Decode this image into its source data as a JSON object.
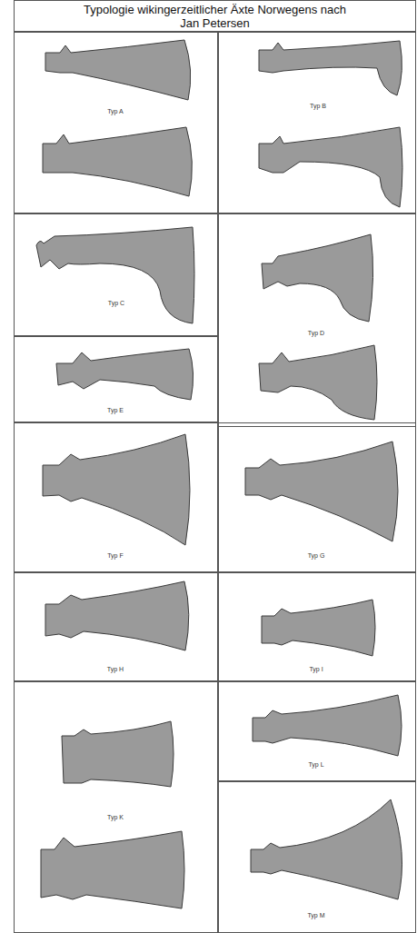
{
  "diagram": {
    "title": "Typologie wikingerzeitlicher Äxte Norwegens nach Jan Petersen",
    "nodes": [
      {
        "text": [
          "Typ A"
        ]
      },
      {
        "text": [
          "Typ B"
        ]
      },
      {
        "text": [
          "Typ C"
        ]
      },
      {
        "text": [
          "Typ D"
        ]
      },
      {
        "text": [
          "Typ E"
        ]
      },
      {
        "text": [
          "Typ F"
        ]
      },
      {
        "text": [
          "Typ G"
        ]
      },
      {
        "text": [
          "Typ H"
        ]
      },
      {
        "text": [
          "Typ I"
        ]
      },
      {
        "text": [
          "Typ K"
        ]
      },
      {
        "text": [
          "Typ L"
        ]
      },
      {
        "text": [
          "Typ M"
        ]
      }
    ]
  }
}
